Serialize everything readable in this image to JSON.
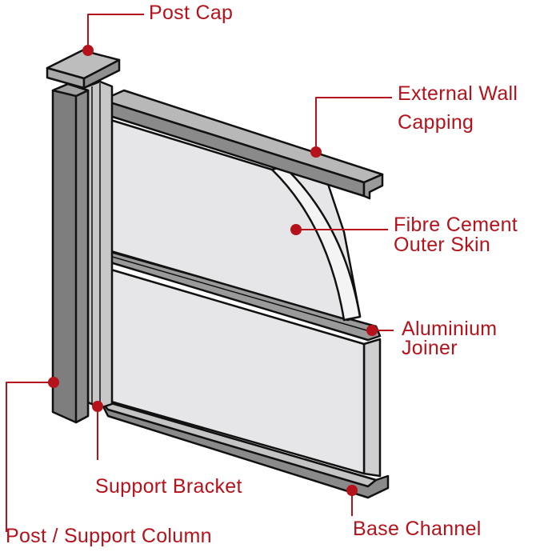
{
  "title": "Wall system components diagram",
  "colors": {
    "accent": "#b5121b",
    "outline": "#111111",
    "panel": "#e6e6e8",
    "light_metal": "#b8b8b8",
    "dark_metal": "#808080"
  },
  "labels": {
    "post_cap": "Post Cap",
    "external_wall_capping_1": "External Wall",
    "external_wall_capping_2": "Capping",
    "fibre_cement_1": "Fibre Cement",
    "fibre_cement_2": "Outer Skin",
    "aluminium_joiner_1": "Aluminium",
    "aluminium_joiner_2": "Joiner",
    "support_bracket": "Support Bracket",
    "post_support_column": "Post / Support Column",
    "base_channel": "Base Channel"
  }
}
